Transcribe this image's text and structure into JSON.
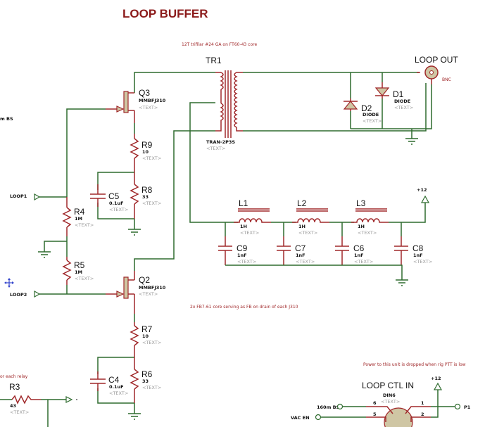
{
  "title": "LOOP BUFFER",
  "notes": {
    "transformer_note": "12T trifilar #24 GA on FT60-43 core",
    "fb_note": "2x FB7-61 core serving as FB on drain of each J310",
    "power_note": "Power to this unit is dropped when rig PTT is low",
    "relay_note": "or each relay"
  },
  "colors": {
    "wire": "#2e6b2e",
    "pin": "#a0282a",
    "title": "#8b1a1a",
    "body": "#cfc6a4"
  },
  "placeholder": "<TEXT>",
  "components": {
    "TR1": {
      "ref": "TR1",
      "value": "TRAN-2P3S"
    },
    "Q3": {
      "ref": "Q3",
      "value": "MMBFJ310"
    },
    "Q2": {
      "ref": "Q2",
      "value": "MMBFJ310"
    },
    "R9": {
      "ref": "R9",
      "value": "10"
    },
    "R8": {
      "ref": "R8",
      "value": "33"
    },
    "R4": {
      "ref": "R4",
      "value": "1M"
    },
    "R5": {
      "ref": "R5",
      "value": "1M"
    },
    "R7": {
      "ref": "R7",
      "value": "10"
    },
    "R6": {
      "ref": "R6",
      "value": "33"
    },
    "R3": {
      "ref": "R3",
      "value": "43"
    },
    "C5": {
      "ref": "C5",
      "value": "0.1uF"
    },
    "C4": {
      "ref": "C4",
      "value": "0.1uF"
    },
    "C9": {
      "ref": "C9",
      "value": "1nF"
    },
    "C7": {
      "ref": "C7",
      "value": "1nF"
    },
    "C6": {
      "ref": "C6",
      "value": "1nF"
    },
    "C8": {
      "ref": "C8",
      "value": "1nF"
    },
    "L1": {
      "ref": "L1",
      "value": "1H"
    },
    "L2": {
      "ref": "L2",
      "value": "1H"
    },
    "L3": {
      "ref": "L3",
      "value": "1H"
    },
    "D1": {
      "ref": "D1",
      "value": "DIODE"
    },
    "D2": {
      "ref": "D2",
      "value": "DIODE"
    },
    "J_OUT": {
      "ref": "LOOP OUT",
      "value": "BNC"
    },
    "J_CTL": {
      "ref": "LOOP CTL IN",
      "value": "DIN6"
    }
  },
  "ports": {
    "loop1": "LOOP1",
    "loop2": "LOOP2",
    "band_160": "160m BS",
    "band_160_left": "m BS",
    "vac_en": "VAC EN",
    "p1": "P1",
    "plus12_a": "+12",
    "plus12_b": "+12",
    "pin1": "1",
    "pin2": "2",
    "pin5": "5",
    "pin6": "6"
  }
}
